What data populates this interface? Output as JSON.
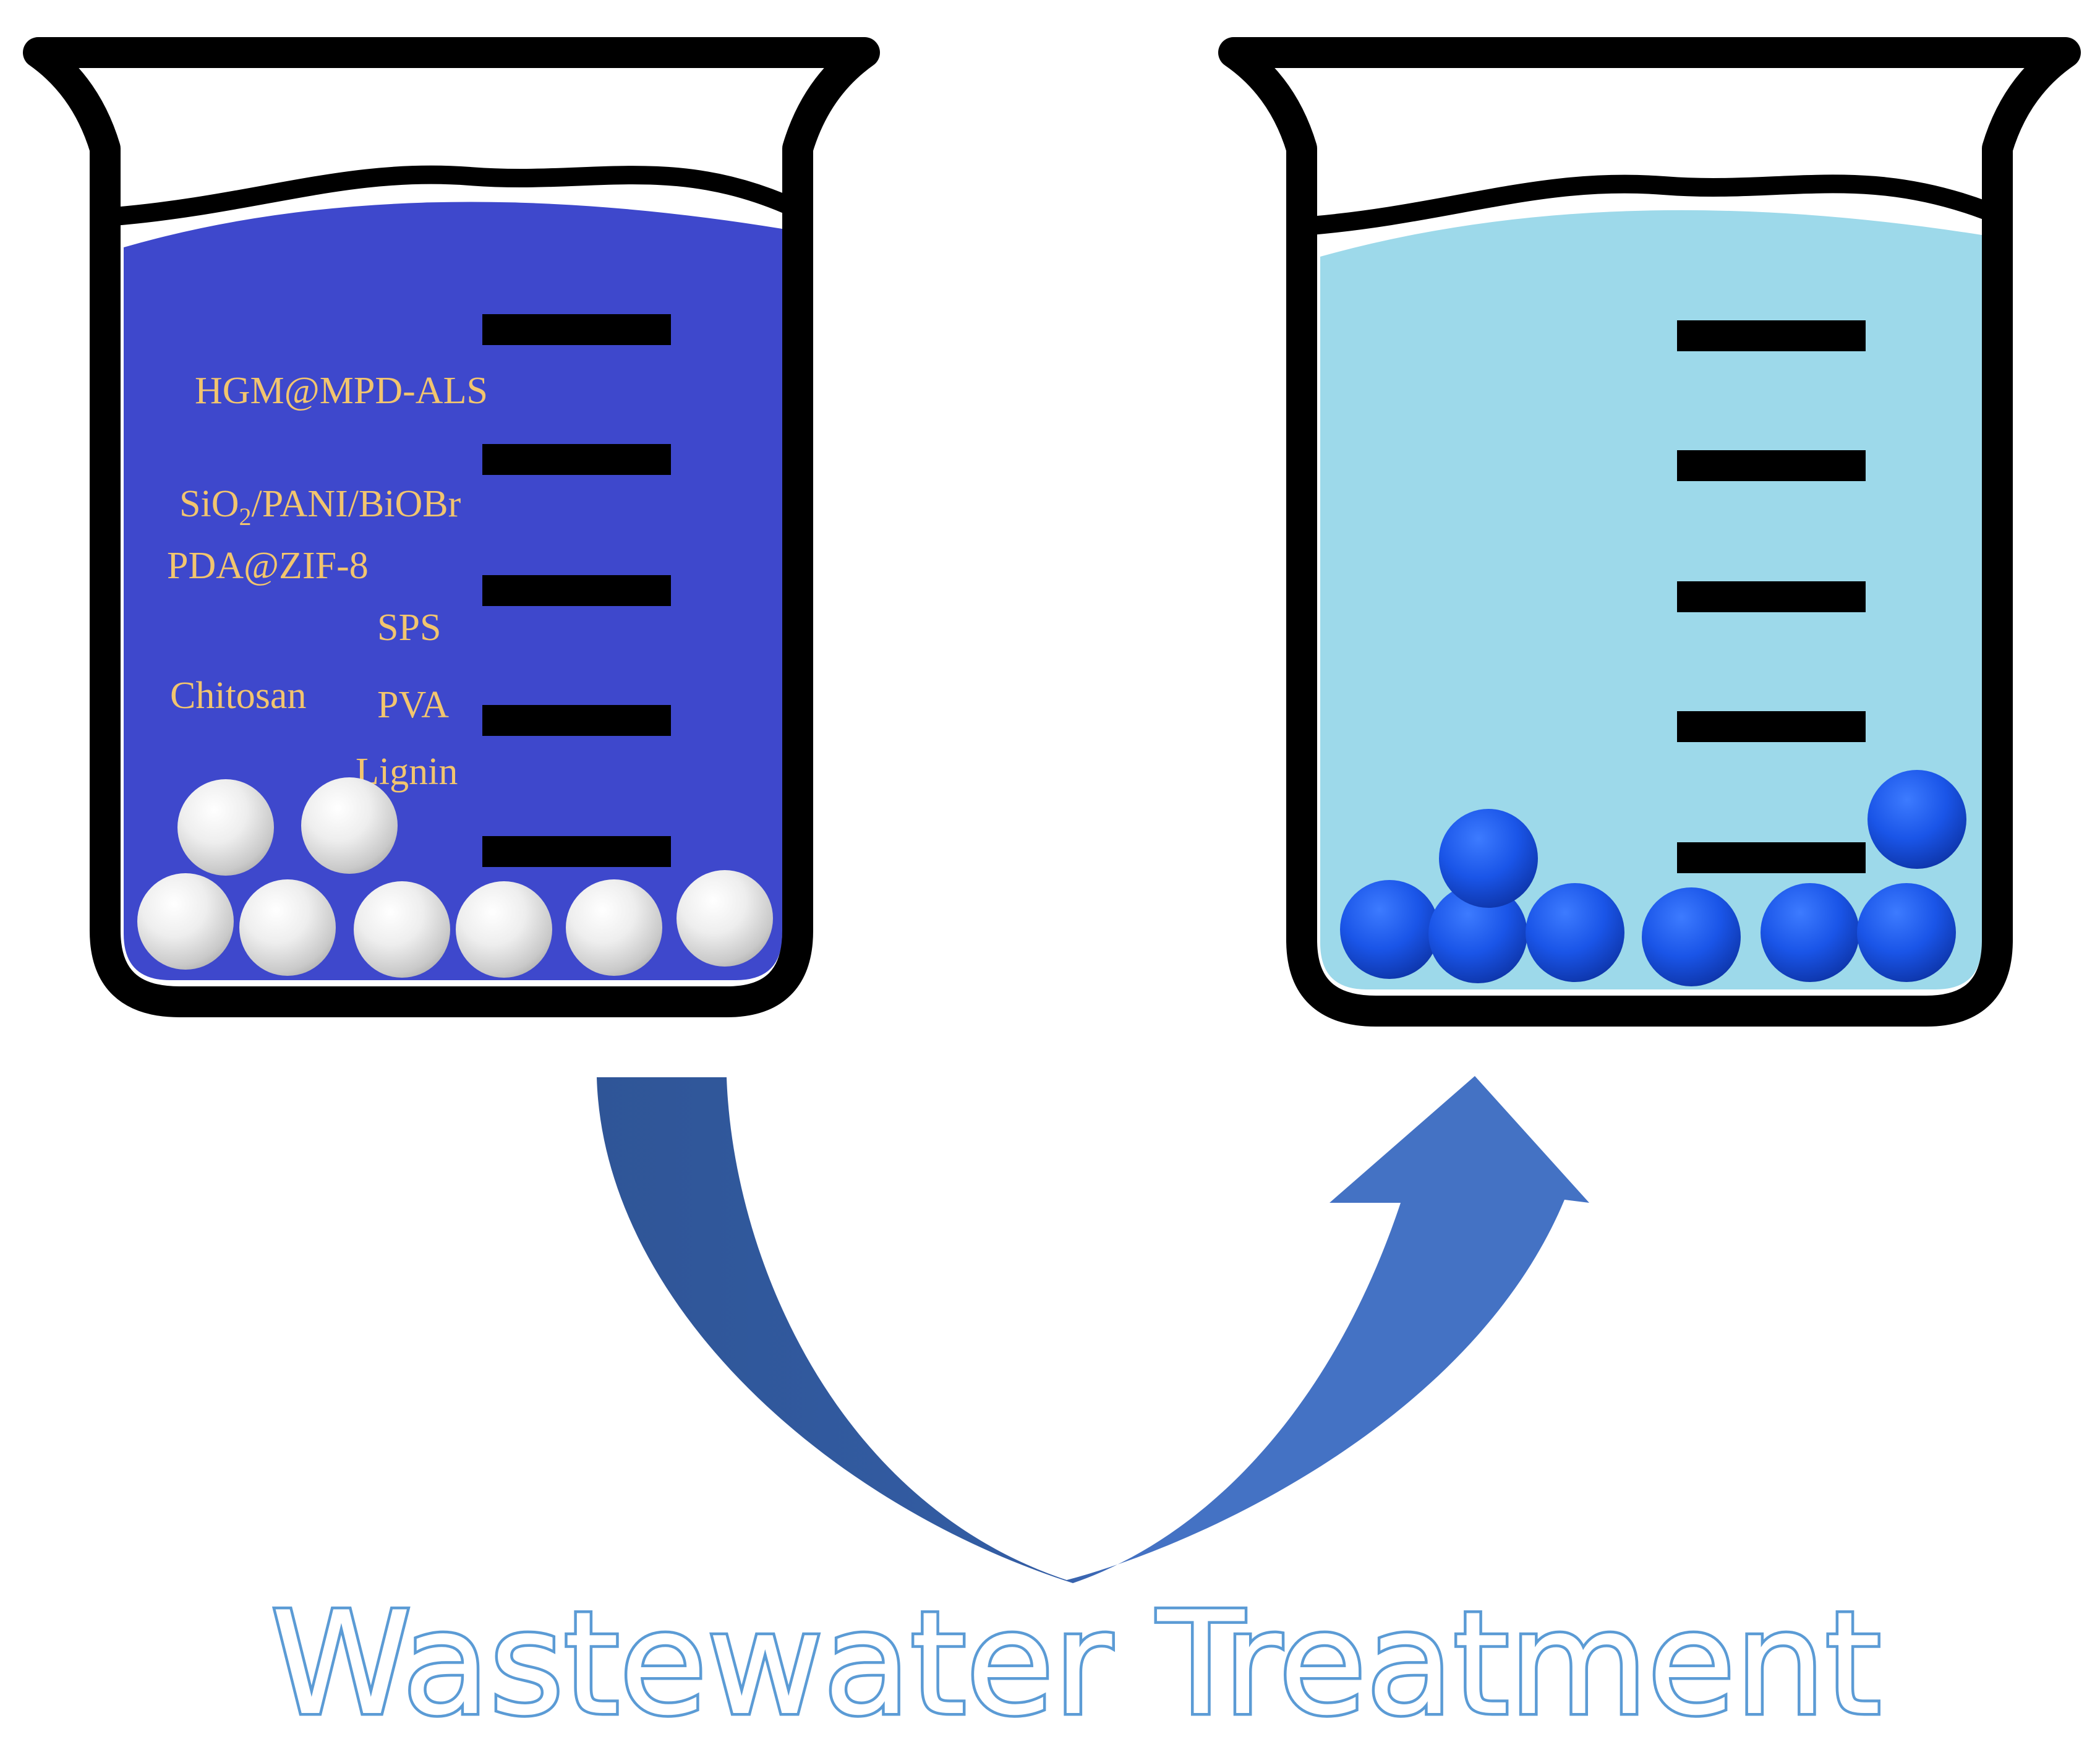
{
  "colors": {
    "outline": "#000000",
    "dirty_water": "#3E48CC",
    "clean_water": "#9DD9EA",
    "label_text": "#F2C56E",
    "arrow_dark": "#2F5597",
    "arrow_light": "#4472C4",
    "title_stroke": "#5B9BD5",
    "white_bead": "#F0F0F0",
    "blue_bead": "#1A55E8"
  },
  "left_beaker": {
    "labels": {
      "hgm": "HGM@MPD-ALS",
      "sio2_main": "SiO",
      "sio2_sub": "2",
      "sio2_rest": "/PANI/BiOBr",
      "pda": "PDA@ZIF-8",
      "sps": "SPS",
      "chitosan": "Chitosan",
      "pva": "PVA",
      "lignin": "Lignin"
    },
    "bead_count": 8,
    "bead_kind": "white-bead"
  },
  "right_beaker": {
    "bead_count": 8,
    "bead_kind": "blue-bead"
  },
  "arrow": {
    "icon": "curved-arrow-icon"
  },
  "title": "Wastewater Treatment"
}
